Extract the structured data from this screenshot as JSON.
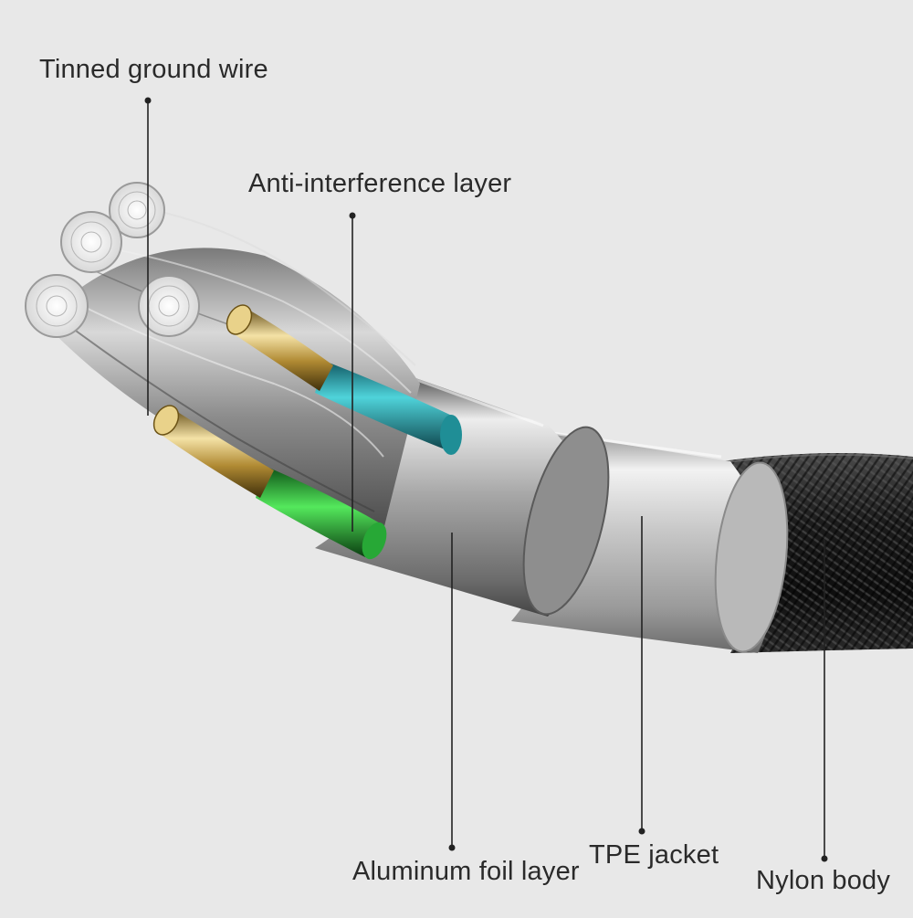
{
  "labels": {
    "tinned_ground_wire": "Tinned ground wire",
    "anti_interference_layer": "Anti-interference layer",
    "aluminum_foil_layer": "Aluminum foil layer",
    "tpe_jacket": "TPE jacket",
    "nylon_body": "Nylon body"
  },
  "colors": {
    "background": "#e8e8e8",
    "label_text": "#2a2a2a",
    "leader_line": "#222222",
    "strand_silver": "#c9c9c9",
    "core_cyan": "#38c0c8",
    "core_green": "#39d24a",
    "pin_gold": "#c8a24a",
    "foil_silver": "#cfcfcf",
    "tpe_silver": "#d8d8d8",
    "nylon_black": "#1a1a1a"
  }
}
